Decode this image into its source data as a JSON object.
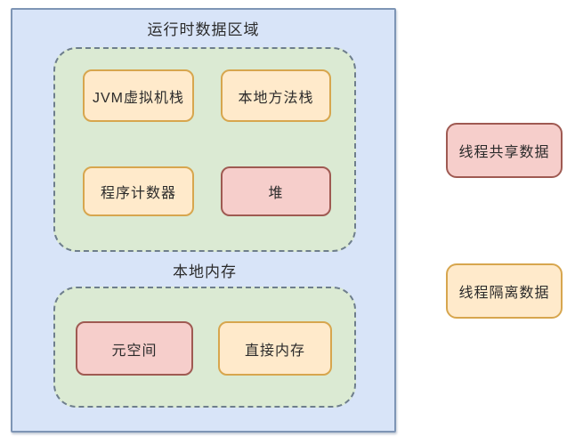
{
  "diagram": {
    "runtime_area": {
      "title": "运行时数据区域",
      "native_memory_label": "本地内存",
      "boxes": {
        "jvm_stack": "JVM虚拟机栈",
        "native_method_stack": "本地方法栈",
        "program_counter": "程序计数器",
        "heap": "堆",
        "metaspace": "元空间",
        "direct_memory": "直接内存"
      }
    },
    "legend": {
      "thread_shared": "线程共享数据",
      "thread_isolated": "线程隔离数据"
    }
  },
  "colors": {
    "container_fill": "#d8e4f8",
    "container_border": "#7e95b5",
    "group_fill": "#dbead3",
    "group_border": "#6e7e8c",
    "yellow_fill": "#ffeacb",
    "yellow_border": "#d7a64e",
    "pink_fill": "#f6cecb",
    "pink_border": "#9f5a52",
    "text": "#2b2b2b"
  }
}
